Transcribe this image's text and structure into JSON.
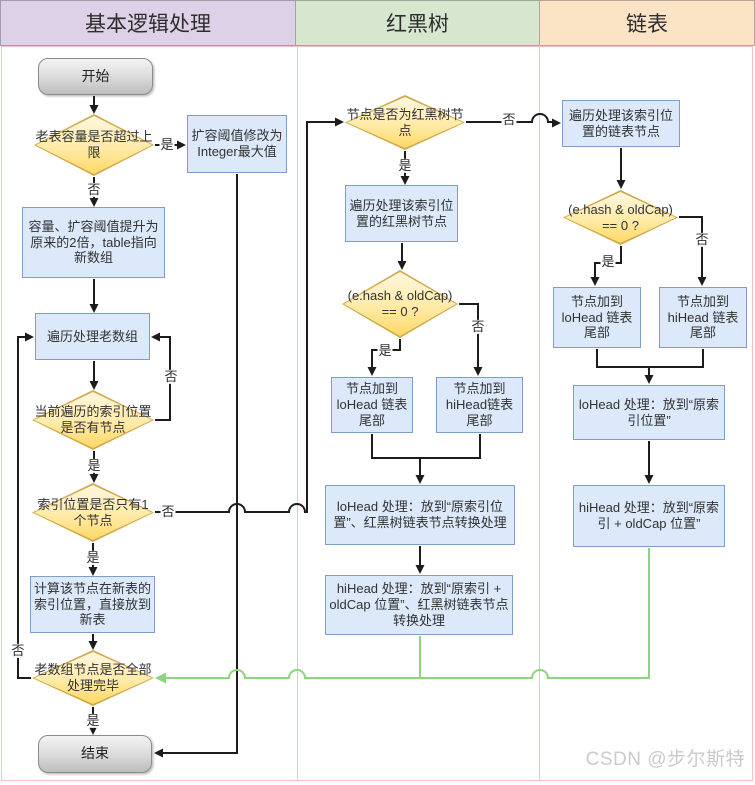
{
  "lanes": [
    {
      "id": "basic",
      "title": "基本逻辑处理",
      "fill": "#ddd1e7"
    },
    {
      "id": "rbtree",
      "title": "红黑树",
      "fill": "#d6e6cf"
    },
    {
      "id": "linkedlist",
      "title": "链表",
      "fill": "#fbe3c6"
    }
  ],
  "nodes": {
    "start": "开始",
    "d_over_limit": "老表容量是否超过上限",
    "b_threshold_max": "扩容阈值修改为Integer最大值",
    "b_double": "容量、扩容阈值提升为原来的2倍，table指向新数组",
    "b_iterate_old": "遍历处理老数组",
    "d_has_node": "当前遍历的索引位置是否有节点",
    "d_single_node": "索引位置是否只有1个节点",
    "b_calc_new": "计算该节点在新表的索引位置，直接放到新表",
    "d_all_done": "老数组节点是否全部处理完毕",
    "end": "结束",
    "d_is_tree": "节点是否为红黑树节点",
    "b_tree_iterate": "遍历处理该索引位置的红黑树节点",
    "d_tree_hash": "(e.hash & oldCap) == 0 ?",
    "b_tree_lo_tail": "节点加到loHead 链表尾部",
    "b_tree_hi_tail": "节点加到 hiHead链表尾部",
    "b_tree_lo_handle": "loHead 处理：放到“原索引位置”、红黑树链表节点转换处理",
    "b_tree_hi_handle": "hiHead 处理：放到“原索引 + oldCap 位置”、红黑树链表节点转换处理",
    "b_list_iterate": "遍历处理该索引位置的链表节点",
    "d_list_hash": "(e.hash & oldCap) == 0 ?",
    "b_list_lo_tail": "节点加到loHead 链表尾部",
    "b_list_hi_tail": "节点加到 hiHead 链表尾部",
    "b_list_lo_handle": "loHead 处理：放到“原索引位置”",
    "b_list_hi_handle": "hiHead 处理：放到“原索引 + oldCap 位置”"
  },
  "labels": {
    "yes": "是",
    "no": "否"
  },
  "edges": [
    {
      "from": "start",
      "to": "d_over_limit",
      "label": ""
    },
    {
      "from": "d_over_limit",
      "to": "b_threshold_max",
      "label": "是"
    },
    {
      "from": "d_over_limit",
      "to": "b_double",
      "label": "否"
    },
    {
      "from": "b_double",
      "to": "b_iterate_old",
      "label": ""
    },
    {
      "from": "b_iterate_old",
      "to": "d_has_node",
      "label": ""
    },
    {
      "from": "d_has_node",
      "to": "b_iterate_old",
      "label": "否"
    },
    {
      "from": "d_has_node",
      "to": "d_single_node",
      "label": "是"
    },
    {
      "from": "d_single_node",
      "to": "b_calc_new",
      "label": "是"
    },
    {
      "from": "d_single_node",
      "to": "d_is_tree",
      "label": "否"
    },
    {
      "from": "b_calc_new",
      "to": "d_all_done",
      "label": ""
    },
    {
      "from": "d_all_done",
      "to": "b_iterate_old",
      "label": "否"
    },
    {
      "from": "d_all_done",
      "to": "end",
      "label": "是"
    },
    {
      "from": "b_threshold_max",
      "to": "end",
      "label": ""
    },
    {
      "from": "d_is_tree",
      "to": "b_tree_iterate",
      "label": "是"
    },
    {
      "from": "d_is_tree",
      "to": "b_list_iterate",
      "label": "否"
    },
    {
      "from": "b_tree_iterate",
      "to": "d_tree_hash",
      "label": ""
    },
    {
      "from": "d_tree_hash",
      "to": "b_tree_lo_tail",
      "label": "是"
    },
    {
      "from": "d_tree_hash",
      "to": "b_tree_hi_tail",
      "label": "否"
    },
    {
      "from": "b_tree_lo_tail",
      "to": "b_tree_lo_handle",
      "label": ""
    },
    {
      "from": "b_tree_hi_tail",
      "to": "b_tree_lo_handle",
      "label": ""
    },
    {
      "from": "b_tree_lo_handle",
      "to": "b_tree_hi_handle",
      "label": ""
    },
    {
      "from": "b_tree_hi_handle",
      "to": "d_all_done",
      "label": ""
    },
    {
      "from": "b_list_iterate",
      "to": "d_list_hash",
      "label": ""
    },
    {
      "from": "d_list_hash",
      "to": "b_list_lo_tail",
      "label": "是"
    },
    {
      "from": "d_list_hash",
      "to": "b_list_hi_tail",
      "label": "否"
    },
    {
      "from": "b_list_lo_tail",
      "to": "b_list_lo_handle",
      "label": ""
    },
    {
      "from": "b_list_hi_tail",
      "to": "b_list_lo_handle",
      "label": ""
    },
    {
      "from": "b_list_lo_handle",
      "to": "b_list_hi_handle",
      "label": ""
    },
    {
      "from": "b_list_hi_handle",
      "to": "d_all_done",
      "label": ""
    }
  ],
  "colors": {
    "decision_fill": "#ffe9a8",
    "decision_border": "#d2a84a",
    "process_fill": "#dbe9fb",
    "process_border": "#7f9dc7",
    "terminal_fill": "#d9d9d9",
    "edge": "#1c1c1c",
    "loopback_edge": "#8fd37f",
    "lane_divider": "#f6c3c2"
  },
  "watermark": "CSDN @步尔斯特"
}
